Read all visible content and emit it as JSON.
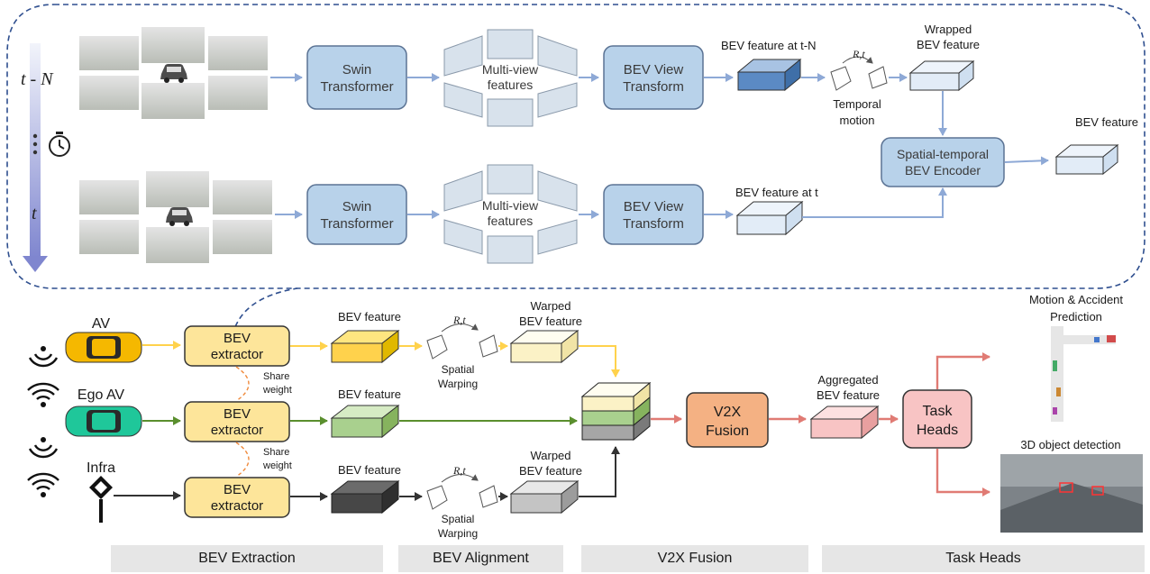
{
  "temporal_panel": {
    "timeline": {
      "t_minus_n": "t - N",
      "t": "t"
    },
    "row_prev": {
      "backbone": [
        "Swin",
        "Transformer"
      ],
      "views": [
        "Multi-view",
        "features"
      ],
      "view_transform": [
        "BEV View",
        "Transform"
      ],
      "feature_label": "BEV feature at t-N",
      "motion_symbol": "R,t",
      "motion_label": [
        "Temporal",
        "motion"
      ],
      "wrapped_label": [
        "Wrapped",
        "BEV feature"
      ]
    },
    "row_curr": {
      "backbone": [
        "Swin",
        "Transformer"
      ],
      "views": [
        "Multi-view",
        "features"
      ],
      "view_transform": [
        "BEV View",
        "Transform"
      ],
      "feature_label": "BEV feature at t"
    },
    "encoder": [
      "Spatial-temporal",
      "BEV Encoder"
    ],
    "output_label": "BEV feature"
  },
  "agents": [
    {
      "name": "AV",
      "extractor": [
        "BEV",
        "extractor"
      ],
      "feature_label": "BEV feature",
      "warp_symbol": "R,t",
      "warp_label": [
        "Spatial",
        "Warping"
      ],
      "warped_label": [
        "Warped",
        "BEV feature"
      ]
    },
    {
      "name": "Ego AV",
      "extractor": [
        "BEV",
        "extractor"
      ],
      "feature_label": "BEV feature"
    },
    {
      "name": "Infra",
      "extractor": [
        "BEV",
        "extractor"
      ],
      "feature_label": "BEV feature",
      "warp_symbol": "R,t",
      "warp_label": [
        "Spatial",
        "Warping"
      ],
      "warped_label": [
        "Warped",
        "BEV feature"
      ]
    }
  ],
  "share_weight": [
    "Share",
    "weight"
  ],
  "fusion": [
    "V2X",
    "Fusion"
  ],
  "aggregated_label": [
    "Aggregated",
    "BEV feature"
  ],
  "task_heads": [
    "Task",
    "Heads"
  ],
  "outputs": {
    "motion": [
      "Motion & Accident",
      "Prediction"
    ],
    "detection": "3D object detection"
  },
  "stages": [
    "BEV Extraction",
    "BEV Alignment",
    "V2X Fusion",
    "Task Heads"
  ],
  "colors": {
    "temporal_box": "#b8d2ea",
    "temporal_arrow": "#8ea9d6",
    "extractor_box": "#fde59a",
    "fusion_box": "#f4b183",
    "heads_box": "#f8c4c4",
    "av_arrow": "#ffd24c",
    "ego_arrow": "#5a8f2e",
    "infra_arrow": "#333333",
    "head_arrow": "#e07b74",
    "dashed_border": "#2f4f8f"
  }
}
